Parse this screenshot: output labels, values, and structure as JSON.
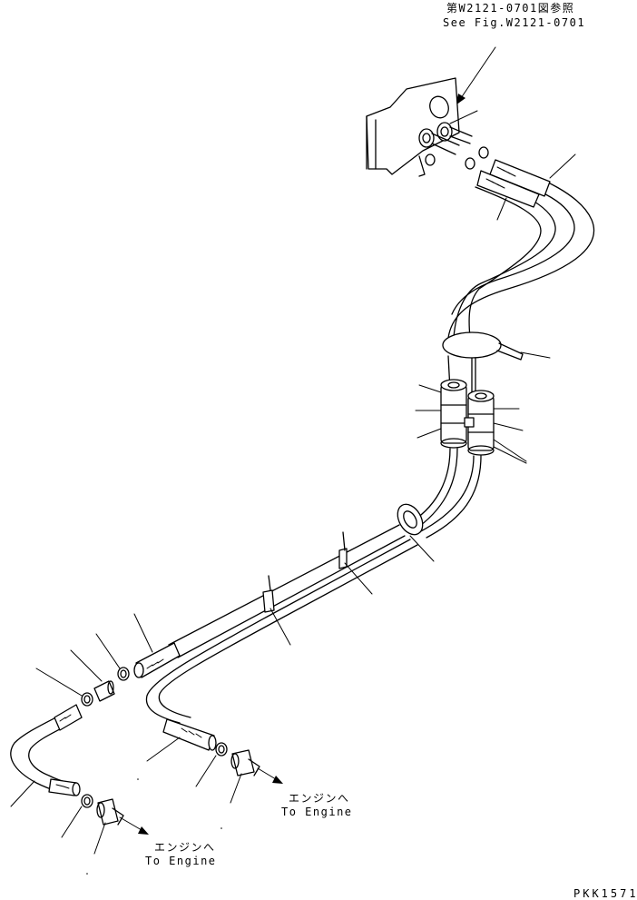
{
  "reference": {
    "japanese": "第W2121-0701図参照",
    "english": "See Fig.W2121-0701"
  },
  "destinations": [
    {
      "japanese": "エンジンへ",
      "english": "To Engine"
    },
    {
      "japanese": "エンジンへ",
      "english": "To Engine"
    }
  ],
  "drawing_code": "PKK1571"
}
